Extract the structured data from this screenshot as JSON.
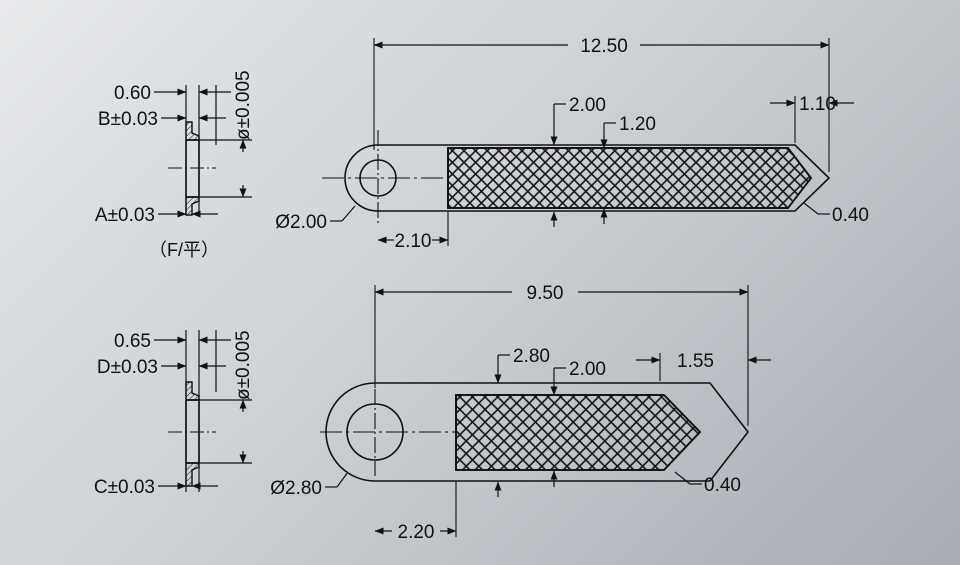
{
  "drawing": {
    "title": "Knurled pin technical drawing",
    "line_color": "#111111",
    "background_light": "#e8eaec",
    "background_dark": "#a6acb2",
    "views": [
      {
        "name": "upper-side-section-view",
        "caption": "（F/平）",
        "labels": [
          {
            "id": "u-side-0-60",
            "text": "0.60"
          },
          {
            "id": "u-side-B",
            "text": "B±0.03"
          },
          {
            "id": "u-side-A",
            "text": "A±0.03"
          },
          {
            "id": "u-side-dia-tol",
            "text": "ø±0.005"
          }
        ]
      },
      {
        "name": "upper-plan-view",
        "labels": [
          {
            "id": "u-plan-overall",
            "text": "12.50"
          },
          {
            "id": "u-plan-body-h",
            "text": "2.00"
          },
          {
            "id": "u-plan-knurl-h",
            "text": "1.20"
          },
          {
            "id": "u-plan-tip",
            "text": "1.10"
          },
          {
            "id": "u-plan-chamfer",
            "text": "0.40"
          },
          {
            "id": "u-plan-hole-dia",
            "text": "Ø2.00"
          },
          {
            "id": "u-plan-offset",
            "text": "2.10"
          }
        ]
      },
      {
        "name": "lower-side-section-view",
        "labels": [
          {
            "id": "l-side-0-65",
            "text": "0.65"
          },
          {
            "id": "l-side-D",
            "text": "D±0.03"
          },
          {
            "id": "l-side-C",
            "text": "C±0.03"
          },
          {
            "id": "l-side-dia-tol",
            "text": "ø±0.005"
          }
        ]
      },
      {
        "name": "lower-plan-view",
        "labels": [
          {
            "id": "l-plan-overall",
            "text": "9.50"
          },
          {
            "id": "l-plan-body-h",
            "text": "2.80"
          },
          {
            "id": "l-plan-knurl-h",
            "text": "2.00"
          },
          {
            "id": "l-plan-tip",
            "text": "1.55"
          },
          {
            "id": "l-plan-chamfer",
            "text": "0.40"
          },
          {
            "id": "l-plan-hole-dia",
            "text": "Ø2.80"
          },
          {
            "id": "l-plan-offset",
            "text": "2.20"
          }
        ]
      }
    ]
  }
}
